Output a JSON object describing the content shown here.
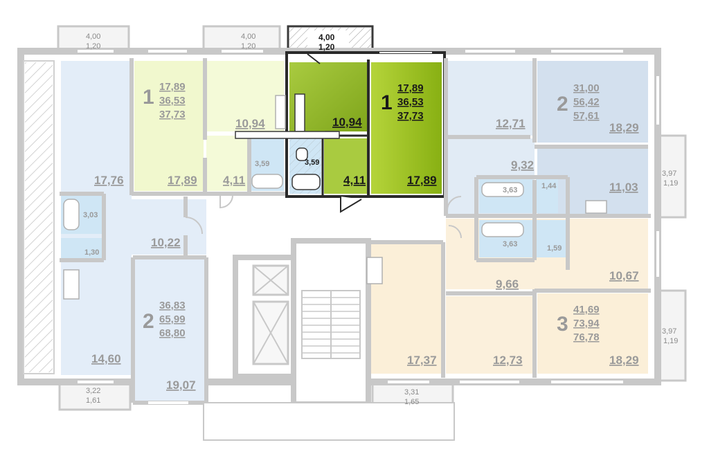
{
  "colors": {
    "wall": "#c8c8c8",
    "highlight_dark": "#8db318",
    "highlight_light": "#b9d83a",
    "apt1_left": "#f0f7cf",
    "apt2_left": "#e2ecf7",
    "apt2_right": "#d3e0ee",
    "apt3": "#fbefd8",
    "bath": "#cfe6f5"
  },
  "apartments": {
    "apt1_left": {
      "rooms": "1",
      "living": "17,89",
      "total": "36,53",
      "with_balcony": "37,73"
    },
    "apt1_selected": {
      "rooms": "1",
      "living": "17,89",
      "total": "36,53",
      "with_balcony": "37,73"
    },
    "apt2_right": {
      "rooms": "2",
      "living": "31,00",
      "total": "56,42",
      "with_balcony": "57,61"
    },
    "apt2_left": {
      "rooms": "2",
      "living": "36,83",
      "total": "65,99",
      "with_balcony": "68,80"
    },
    "apt3": {
      "rooms": "3",
      "living": "41,69",
      "total": "73,94",
      "with_balcony": "76,78"
    }
  },
  "rooms": {
    "a1l_kitchen": "10,94",
    "a1l_living": "17,89",
    "a1l_hall": "4,11",
    "a1l_bath": "3,59",
    "sel_kitchen": "10,94",
    "sel_living": "17,89",
    "sel_hall": "4,11",
    "sel_bath": "3,59",
    "a2r_room1": "12,71",
    "a2r_room2": "18,29",
    "a2r_hall": "9,32",
    "a2r_kitchen": "11,03",
    "a2r_bath": "3,63",
    "a2r_wc": "1,44",
    "a2l_room1": "17,76",
    "a2l_bath": "3,03",
    "a2l_wc": "1,30",
    "a2l_hall": "10,22",
    "a2l_kitchen": "14,60",
    "a2l_room2": "19,07",
    "a3_bath": "3,63",
    "a3_wc": "1,59",
    "a3_kitchen": "10,67",
    "a3_hall": "9,66",
    "a3_room1": "17,37",
    "a3_room2": "12,73",
    "a3_room3": "18,29"
  },
  "balconies": {
    "b1_area": "4,00",
    "b1_coef": "1,20",
    "b2_area": "4,00",
    "b2_coef": "1,20",
    "b3_area": "4,00",
    "b3_coef": "1,20",
    "b4_area": "3,97",
    "b4_coef": "1,19",
    "b5_area": "3,97",
    "b5_coef": "1,19",
    "b6_area": "3,22",
    "b6_coef": "1,61",
    "b7_area": "3,31",
    "b7_coef": "1,65"
  }
}
